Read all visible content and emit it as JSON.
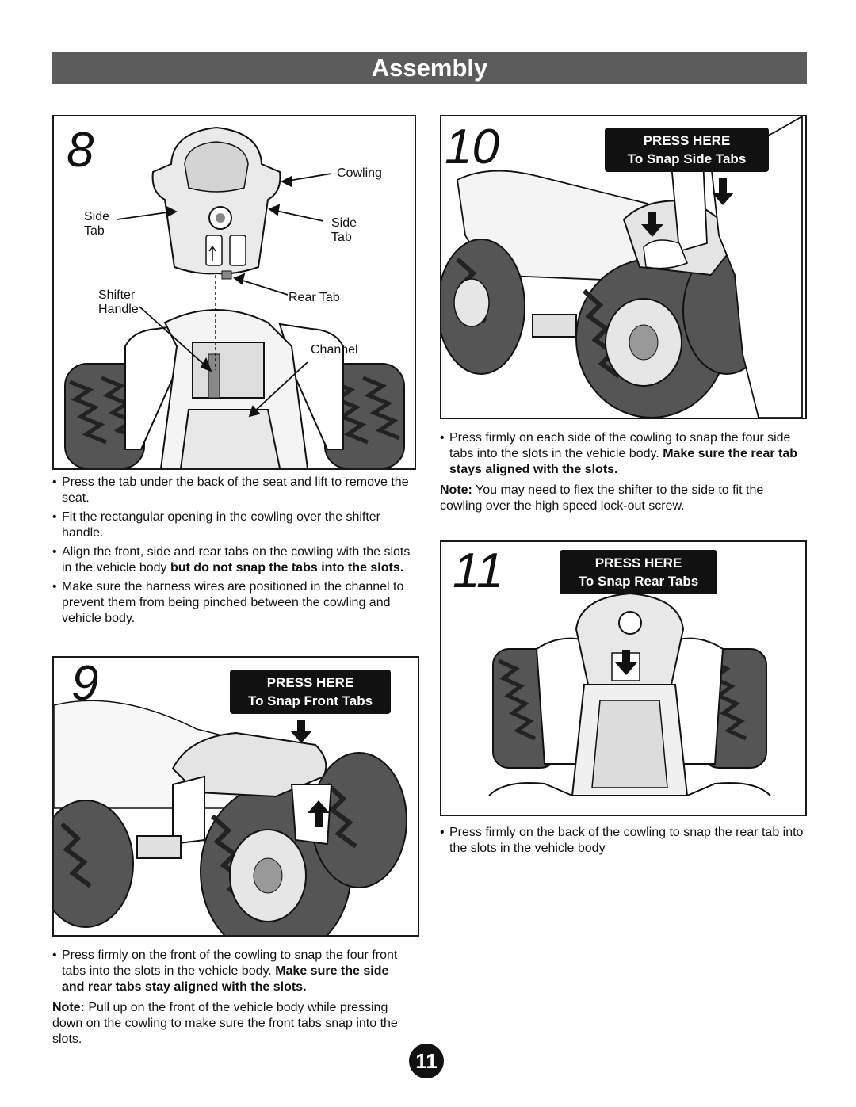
{
  "header": {
    "title": "Assembly"
  },
  "step8": {
    "number": "8",
    "labels": {
      "cowling": "Cowling",
      "side_tab_left_1": "Side",
      "side_tab_left_2": "Tab",
      "side_tab_right_1": "Side",
      "side_tab_right_2": "Tab",
      "shifter_handle_1": "Shifter",
      "shifter_handle_2": "Handle",
      "rear_tab": "Rear Tab",
      "channel": "Channel"
    },
    "bullets": [
      "Press the tab under the back of the seat and lift to remove the seat.",
      "Fit the rectangular opening in the cowling over the shifter handle."
    ],
    "bullet3_normal": "Align the front, side and rear tabs on the cowling with the slots in the vehicle body ",
    "bullet3_bold": "but do not snap the tabs into the slots.",
    "bullet4": "Make sure the harness wires are positioned in the channel to prevent them from being pinched between the cowling and vehicle body."
  },
  "step9": {
    "number": "9",
    "press_here": "PRESS HERE",
    "press_sub": "To Snap Front Tabs",
    "bullet_normal": "Press firmly on the front of the cowling to snap the four front tabs into the slots in the vehicle body. ",
    "bullet_bold": "Make sure the side and rear tabs stay aligned with the slots.",
    "note_label": "Note:",
    "note_text": " Pull up on the front of the vehicle body while pressing down on the cowling to make sure the front tabs snap into the slots."
  },
  "step10": {
    "number": "10",
    "press_here": "PRESS HERE",
    "press_sub": "To Snap Side Tabs",
    "bullet_normal": "Press firmly on each side of the cowling to snap the four side tabs into the slots in the vehicle body. ",
    "bullet_bold": "Make sure the rear tab stays aligned with the slots.",
    "note_label": "Note:",
    "note_text": " You may need to flex the shifter to the side to fit the cowling over the high speed lock-out screw."
  },
  "step11": {
    "number": "11",
    "press_here": "PRESS HERE",
    "press_sub": "To Snap Rear Tabs",
    "bullet": "Press firmly on the back of the cowling to snap the rear tab into the slots in the vehicle body"
  },
  "page_number": "11"
}
